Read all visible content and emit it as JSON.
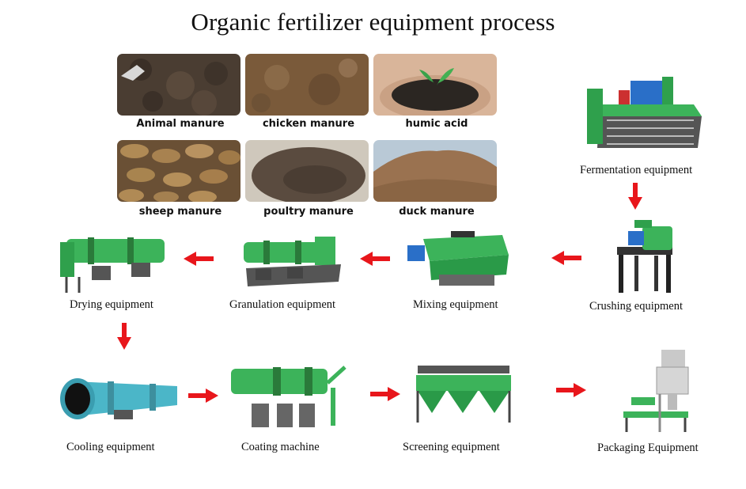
{
  "title": "Organic fertilizer equipment process",
  "materials": [
    {
      "label": "Animal manure",
      "color": "#4a3d32"
    },
    {
      "label": "chicken manure",
      "color": "#7a5a3a"
    },
    {
      "label": "humic acid",
      "color": "#2b2622"
    },
    {
      "label": "sheep manure",
      "color": "#8a6a45"
    },
    {
      "label": "poultry manure",
      "color": "#5a4b3f"
    },
    {
      "label": "duck manure",
      "color": "#9a7250"
    }
  ],
  "steps": {
    "fermentation": "Fermentation equipment",
    "crushing": "Crushing equipment",
    "mixing": "Mixing equipment",
    "granulation": "Granulation equipment",
    "drying": "Drying equipment",
    "cooling": "Cooling equipment",
    "coating": "Coating machine",
    "screening": "Screening equipment",
    "packaging": "Packaging Equipment"
  },
  "colors": {
    "machine_green": "#3cb35a",
    "machine_dark": "#2a7a3a",
    "cooling_cyan": "#4bb6c8",
    "arrow_red": "#e8161b",
    "steel_gray": "#7a7a7a"
  }
}
